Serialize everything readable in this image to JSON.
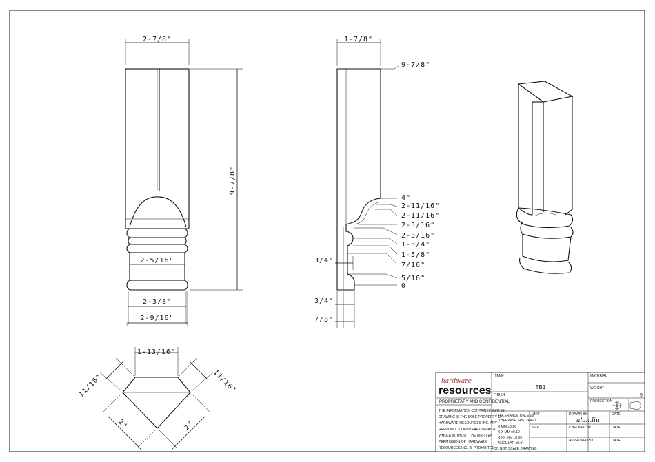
{
  "front_view": {
    "top_width": "2-7/8\"",
    "height": "9-7/8\"",
    "base_width_1": "2-5/16\"",
    "base_width_2": "2-3/8\"",
    "base_width_3": "2-9/16\""
  },
  "side_view": {
    "top_width": "1-7/8\"",
    "heights": [
      "9-7/8\"",
      "4\"",
      "2-11/16\"",
      "2-11/16\"",
      "2-5/16\"",
      "2-3/16\"",
      "1-3/4\"",
      "1-5/8\"",
      "7/16\"",
      "5/16\"",
      "0"
    ],
    "left_offset_1": "3/4\"",
    "left_offset_2": "3/4\"",
    "bottom_width": "7/8\""
  },
  "top_view": {
    "front_width": "1-13/16\"",
    "left_side": "11/16\"",
    "right_side": "11/16\"",
    "left_diag": "2\"",
    "right_diag": "2\""
  },
  "title_block": {
    "brand_top": "hardware",
    "brand_bottom": "resources",
    "proprietary": "PROPRIETARY AND CONFIDENTIAL",
    "notice_lines": [
      "THE INFORMATION CONTAINED IN THIS",
      "DRAWING IS THE SOLE PROPERTY OF",
      "HARDWARE RESOURCES INC. ANY",
      "REPRODUCTION IN PART OR AS A",
      "WHOLE WITHOUT THE WRITTEN",
      "PERMISSION OF HARDWARE",
      "RESOURCES INC. IS PROHIBITED"
    ],
    "item_label": "ITEM#",
    "item_value": "TB1",
    "finish_label": "FINISH",
    "material_label": "MATERIAL",
    "weight_label": "WEIGHT",
    "projection_label": "PROJECTION",
    "sheet_value": "9",
    "tolerance_lines": [
      "TOLERANCE UNLESS",
      "OTHERWISE SPECIFIED",
      "X   MM  ±0.20",
      "X.X  MM  ±0.10",
      "X.XX  MM  ±0.05",
      "ANGULAR  ±0.5°",
      "DO NOT SCALE DRAWING"
    ],
    "unit_label": "UNIT",
    "size_label": "SIZE",
    "drawn_by_label": "DRAWN BY",
    "drawn_by_value": "alan.liu",
    "checked_by_label": "CHECKED BY",
    "approved_by_label": "APPROVED BY",
    "date_label": "DATE"
  }
}
